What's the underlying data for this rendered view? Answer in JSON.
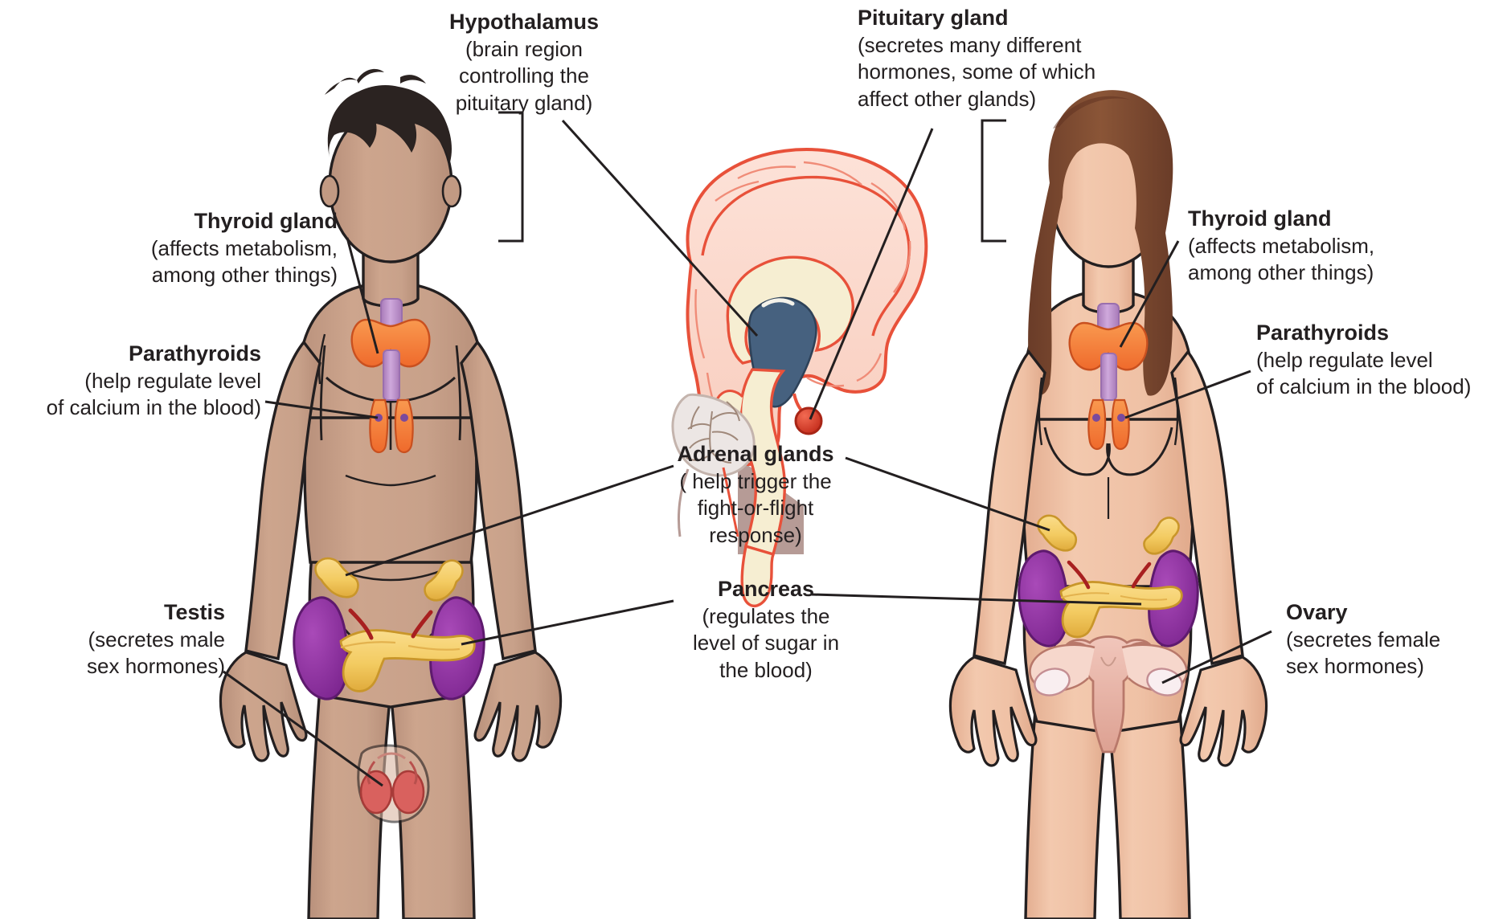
{
  "diagram": {
    "title": "Endocrine system glands in the male and female body",
    "background_color": "#ffffff",
    "text_color": "#231f20"
  },
  "palette": {
    "skin_male": "#c8a18a",
    "skin_male_shadow": "#b8907b",
    "skin_female": "#f0c3a8",
    "skin_female_shadow": "#e0ab8e",
    "hair_male": "#2b2321",
    "hair_female": "#7a4a32",
    "outline": "#231f20",
    "brain_cortex": "#fbd9cf",
    "brain_outline": "#e8513a",
    "corpus_callosum": "#f6eed2",
    "thalamus": "#46617f",
    "pituitary": "#d93b2b",
    "cerebellum": "#ddd6d4",
    "brainstem_shadow": "#b69b96",
    "thyroid": "#f4793c",
    "trachea": "#b98fc4",
    "parathyroid_dot": "#7b4a9c",
    "kidney": "#8e2f9e",
    "adrenal": "#f0c44a",
    "pancreas": "#f5cd63",
    "uterus": "#e8b3a8",
    "ovary": "#f7e6ea",
    "testis": "#d9615e"
  },
  "labels": {
    "hypothalamus": {
      "title": "Hypothalamus",
      "lines": [
        "(brain region",
        "controlling the",
        "pituitary gland)"
      ],
      "align": "center"
    },
    "pituitary": {
      "title": "Pituitary gland",
      "lines": [
        "(secretes many different",
        "hormones, some of which",
        "affect other glands)"
      ],
      "align": "left"
    },
    "thyroid_left": {
      "title": "Thyroid gland",
      "lines": [
        "(affects metabolism,",
        "among other things)"
      ],
      "align": "right"
    },
    "parathyroids_left": {
      "title": "Parathyroids",
      "lines": [
        "(help regulate level",
        "of calcium in the blood)"
      ],
      "align": "right"
    },
    "thyroid_right": {
      "title": "Thyroid gland",
      "lines": [
        "(affects metabolism,",
        "among other things)"
      ],
      "align": "left"
    },
    "parathyroids_right": {
      "title": "Parathyroids",
      "lines": [
        "(help regulate level",
        "of calcium in the blood)"
      ],
      "align": "left"
    },
    "adrenal": {
      "title": "Adrenal glands",
      "lines": [
        "( help trigger the",
        "fight-or-flight",
        "response)"
      ],
      "align": "center"
    },
    "pancreas": {
      "title": "Pancreas",
      "lines": [
        "(regulates the",
        "level of sugar in",
        "the blood)"
      ],
      "align": "center"
    },
    "testis": {
      "title": "Testis",
      "lines": [
        "(secretes male",
        "sex hormones)"
      ],
      "align": "right"
    },
    "ovary": {
      "title": "Ovary",
      "lines": [
        "(secretes female",
        "sex hormones)"
      ],
      "align": "left"
    }
  },
  "figures": {
    "male": {
      "name": "male-figure",
      "organs": [
        "thyroid gland",
        "parathyroids",
        "adrenal glands",
        "kidneys",
        "pancreas",
        "testis"
      ]
    },
    "female": {
      "name": "female-figure",
      "organs": [
        "thyroid gland",
        "parathyroids",
        "adrenal glands",
        "kidneys",
        "pancreas",
        "uterus",
        "ovary"
      ]
    },
    "brain": {
      "name": "brain-sagittal-section",
      "structures": [
        "cerebral cortex",
        "corpus callosum",
        "thalamus",
        "hypothalamus",
        "pituitary gland",
        "cerebellum",
        "brainstem"
      ]
    }
  }
}
